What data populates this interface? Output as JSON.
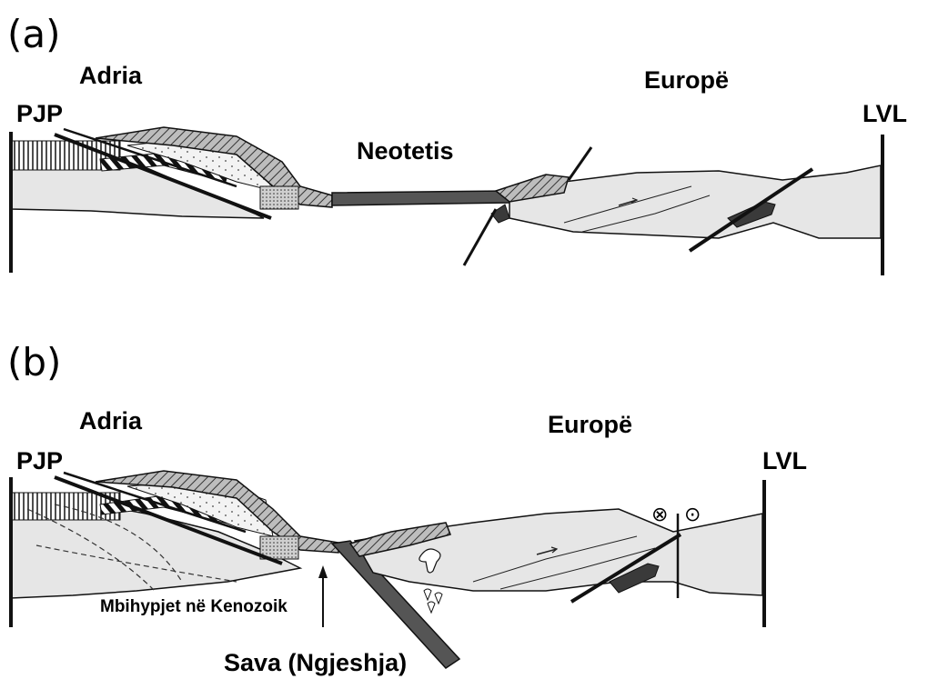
{
  "panel_a": {
    "letter": "(a)",
    "adria": "Adria",
    "pjp": "PJP",
    "europe": "Europë",
    "neotetis": "Neotetis",
    "lvl": "LVL"
  },
  "panel_b": {
    "letter": "(b)",
    "adria": "Adria",
    "pjp": "PJP",
    "europe": "Europë",
    "lvl": "LVL",
    "mbihypjet": "Mbihypjet në Kenozoik",
    "sava": "Sava (Ngjeshja)",
    "symbol_into": "⊗",
    "symbol_out": "⊙"
  },
  "colors": {
    "crust_fill": "#e6e6e6",
    "ophiolite": "#555555",
    "dark_fill": "#3a3a3a",
    "stroke": "#111111"
  }
}
